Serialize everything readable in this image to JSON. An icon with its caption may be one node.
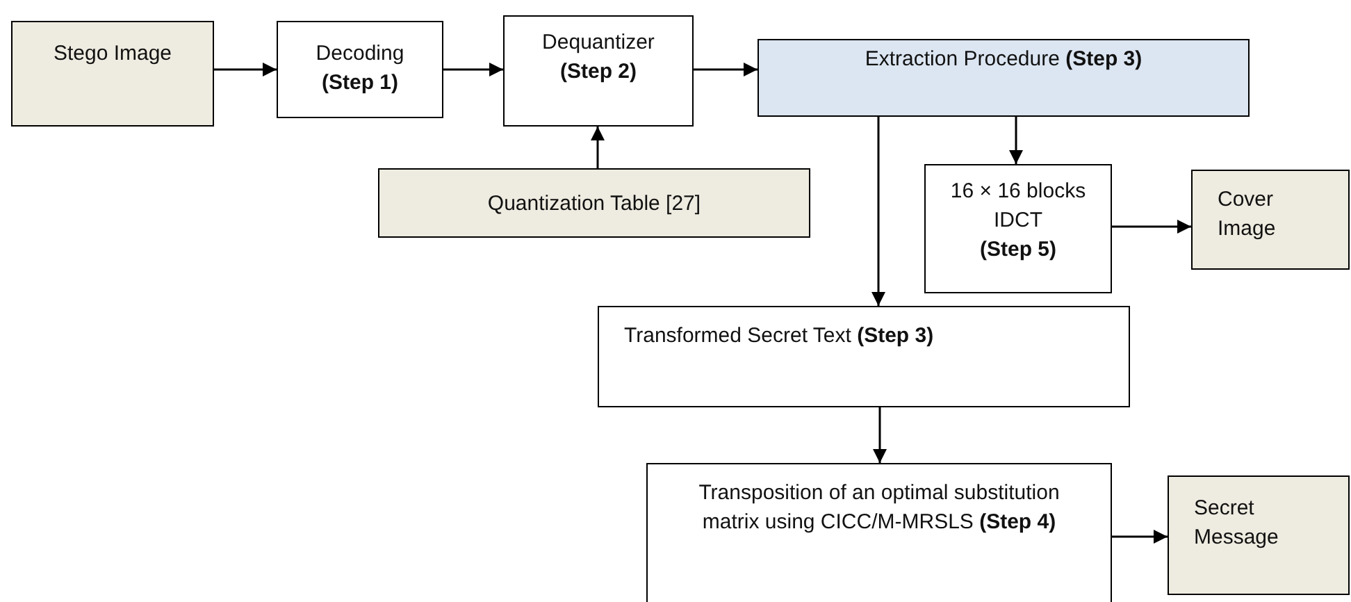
{
  "diagram": {
    "nodes": [
      {
        "text": [
          "Stego Image"
        ]
      },
      {
        "text": [
          "Decoding **(Step 1)**"
        ]
      },
      {
        "text": [
          "Dequantizer **(Step 2)**"
        ]
      },
      {
        "text": [
          "Extraction Procedure **(Step 3)**"
        ]
      },
      {
        "text": [
          "Quantization Table [27]"
        ]
      },
      {
        "text": [
          "16 × 16 blocks IDCT **(Step 5)**"
        ]
      },
      {
        "text": [
          "Cover Image"
        ]
      },
      {
        "text": [
          "Transformed Secret Text **(Step 3)**"
        ]
      },
      {
        "text": [
          "Transposition of an optimal substitution matrix using CICC/M-MRSLS **(Step 4)**"
        ]
      },
      {
        "text": [
          "Secret Message"
        ]
      }
    ],
    "edges": [
      {
        "from": 0,
        "to": 1,
        "arrow": "to"
      },
      {
        "from": 1,
        "to": 2,
        "arrow": "to"
      },
      {
        "from": 2,
        "to": 3,
        "arrow": "to"
      },
      {
        "from": 4,
        "to": 2,
        "arrow": "to"
      },
      {
        "from": 3,
        "to": 5,
        "arrow": "to"
      },
      {
        "from": 5,
        "to": 6,
        "arrow": "to"
      },
      {
        "from": 3,
        "to": 7,
        "arrow": "to"
      },
      {
        "from": 7,
        "to": 8,
        "arrow": "to"
      },
      {
        "from": 8,
        "to": 9,
        "arrow": "to"
      }
    ]
  }
}
